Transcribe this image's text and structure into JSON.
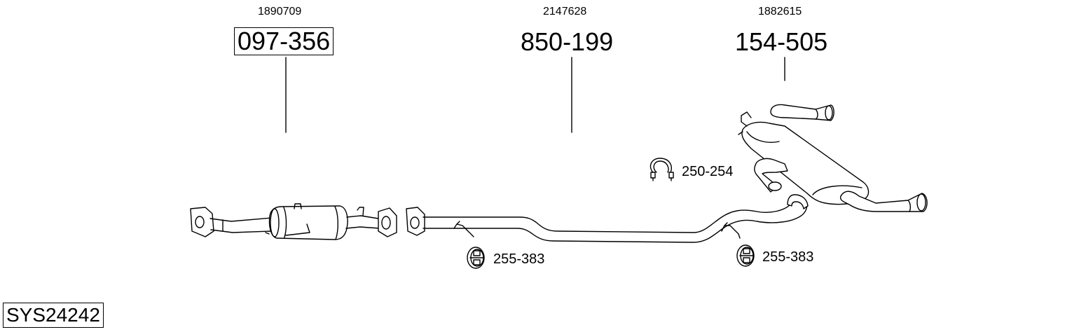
{
  "parts": [
    {
      "oe_number": "1890709",
      "part_number": "097-356",
      "highlighted": true,
      "component": "catalytic-converter"
    },
    {
      "oe_number": "2147628",
      "part_number": "850-199",
      "highlighted": false,
      "component": "middle-pipe"
    },
    {
      "oe_number": "1882615",
      "part_number": "154-505",
      "highlighted": false,
      "component": "rear-silencer"
    }
  ],
  "accessories": [
    {
      "part_number": "250-254",
      "icon": "clamp-icon"
    },
    {
      "part_number": "255-383",
      "icon": "rubber-mount-icon"
    },
    {
      "part_number": "255-383",
      "icon": "rubber-mount-icon"
    }
  ],
  "system_code": "SYS24242"
}
